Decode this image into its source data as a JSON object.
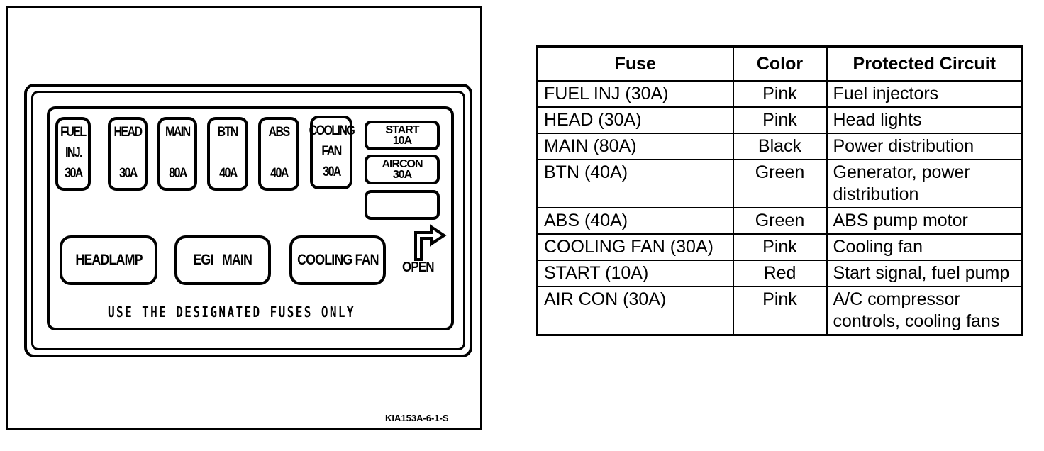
{
  "diagram": {
    "fuses": [
      {
        "lines": [
          "FUEL",
          "INJ.",
          "30A"
        ]
      },
      {
        "lines": [
          "HEAD",
          "30A"
        ]
      },
      {
        "lines": [
          "MAIN",
          "80A"
        ]
      },
      {
        "lines": [
          "BTN",
          "40A"
        ]
      },
      {
        "lines": [
          "ABS",
          "40A"
        ]
      },
      {
        "lines": [
          "COOLING",
          "FAN",
          "30A"
        ]
      }
    ],
    "relays": [
      {
        "lines": [
          "START",
          "10A"
        ]
      },
      {
        "lines": [
          "AIRCON",
          "30A"
        ]
      },
      {
        "lines": []
      }
    ],
    "blocks": [
      "HEADLAMP",
      "EGI   MAIN",
      "COOLING FAN"
    ],
    "open_label": "OPEN",
    "notice": "USE THE DESIGNATED FUSES ONLY",
    "figure_id": "KIA153A-6-1-S"
  },
  "table": {
    "headers": [
      "Fuse",
      "Color",
      "Protected Circuit"
    ],
    "rows": [
      [
        "FUEL INJ (30A)",
        "Pink",
        "Fuel injectors"
      ],
      [
        "HEAD (30A)",
        "Pink",
        "Head lights"
      ],
      [
        "MAIN (80A)",
        "Black",
        "Power distribution"
      ],
      [
        "BTN (40A)",
        "Green",
        "Generator, power distribution"
      ],
      [
        "ABS (40A)",
        "Green",
        "ABS pump motor"
      ],
      [
        "COOLING FAN (30A)",
        "Pink",
        "Cooling fan"
      ],
      [
        "START (10A)",
        "Red",
        "Start signal, fuel pump"
      ],
      [
        "AIR CON (30A)",
        "Pink",
        "A/C compressor controls, cooling fans"
      ]
    ]
  }
}
